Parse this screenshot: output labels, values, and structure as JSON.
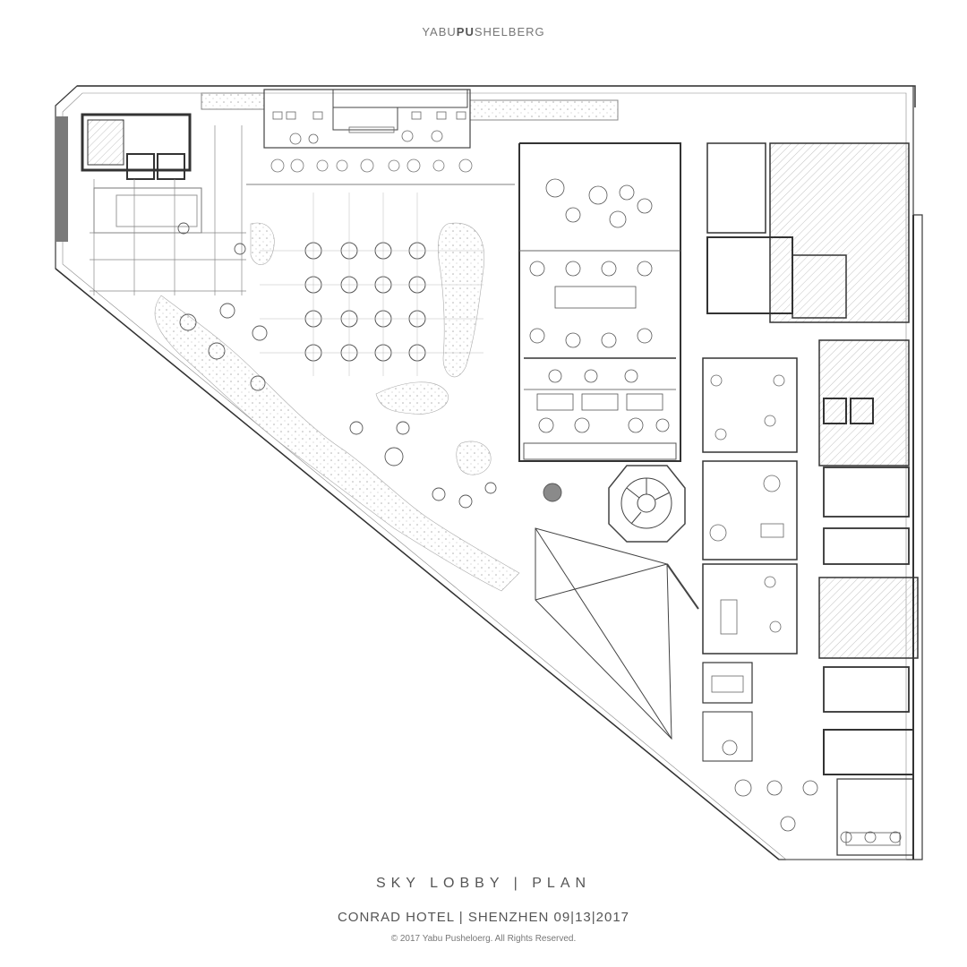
{
  "header": {
    "brand_part1": "YABU",
    "brand_part2": "PU",
    "brand_part3": "SHELBERG"
  },
  "footer": {
    "title": "SKY LOBBY | PLAN",
    "subtitle": "CONRAD HOTEL | SHENZHEN 09|13|2017",
    "copyright": "© 2017 Yabu Pusheloerg. All Rights Reserved."
  },
  "colors": {
    "line": "#3a3a3a",
    "light_line": "#9a9a9a",
    "hatch": "#bdbdbd",
    "background": "#ffffff"
  }
}
